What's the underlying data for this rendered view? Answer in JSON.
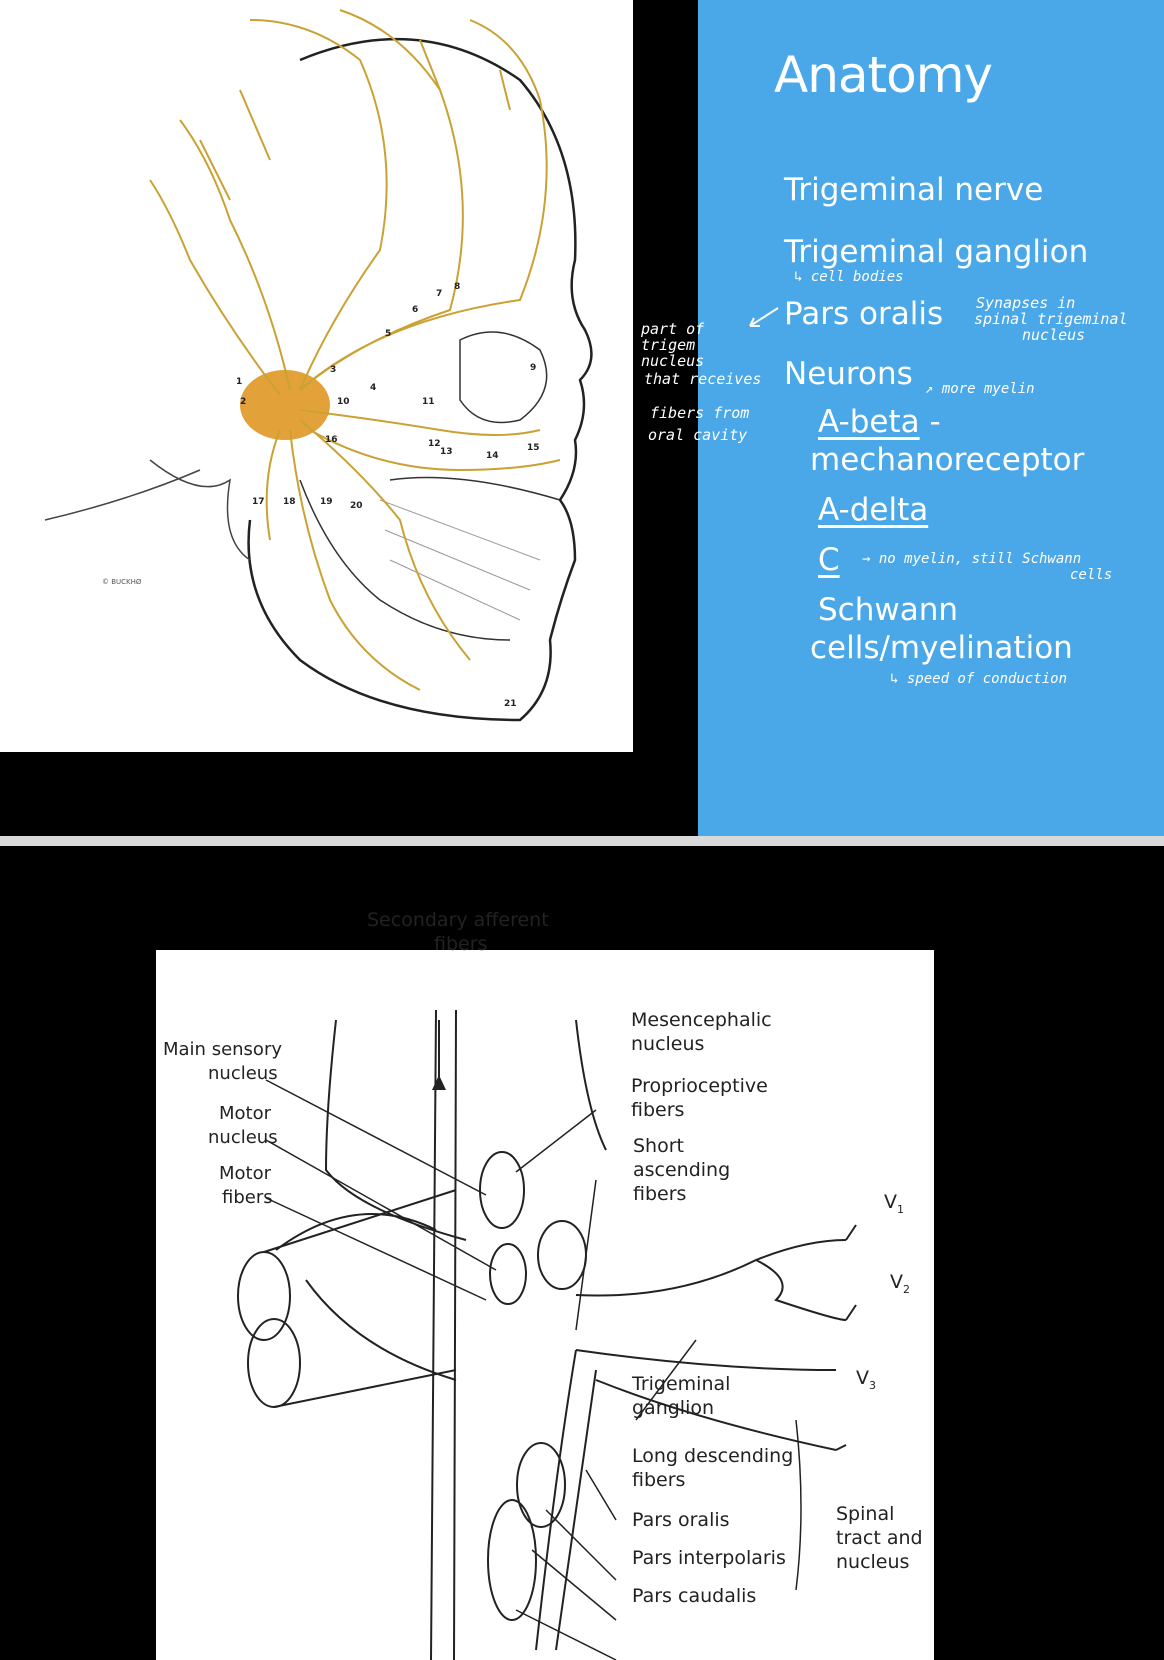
{
  "slide1": {
    "title": "Anatomy",
    "bullets": {
      "trigeminal_nerve": "Trigeminal nerve",
      "trigeminal_ganglion": "Trigeminal ganglion",
      "pars_oralis": "Pars oralis",
      "neurons": "Neurons",
      "a_beta": "A-beta",
      "a_beta_dash": " -",
      "mechanoreceptor": "mechanoreceptor",
      "a_delta": "A-delta",
      "c": "C",
      "schwann_1": "Schwann",
      "schwann_2": "cells/myelination"
    },
    "handwritten": {
      "cell_bodies": "↳ cell bodies",
      "synapses_1": "Synapses in",
      "synapses_2": "spinal trigeminal",
      "synapses_3": "nucleus",
      "part_of_1": "part of",
      "part_of_2": "trigem",
      "part_of_3": "nucleus",
      "part_of_4": "that receives",
      "part_of_5": "fibers from",
      "part_of_6": "oral cavity",
      "more_myelin": "↗ more myelin",
      "no_myelin_1": "→ no myelin, still Schwann",
      "no_myelin_2": "cells",
      "speed": "↳ speed of conduction"
    },
    "figure": {
      "numbers": [
        "1",
        "2",
        "3",
        "4",
        "5",
        "6",
        "7",
        "8",
        "9",
        "10",
        "11",
        "12",
        "13",
        "14",
        "15",
        "16",
        "17",
        "18",
        "19",
        "20",
        "21"
      ],
      "credit": "© BUCKHØ"
    }
  },
  "slide2": {
    "labels": {
      "secondary_afferent_1": "Secondary afferent",
      "secondary_afferent_2": "fibers",
      "main_sensory_1": "Main sensory",
      "main_sensory_2": "nucleus",
      "motor_nucleus_1": "Motor",
      "motor_nucleus_2": "nucleus",
      "motor_fibers_1": "Motor",
      "motor_fibers_2": "fibers",
      "mesencephalic_1": "Mesencephalic",
      "mesencephalic_2": "nucleus",
      "proprioceptive_1": "Proprioceptive",
      "proprioceptive_2": "fibers",
      "short_asc_1": "Short",
      "short_asc_2": "ascending",
      "short_asc_3": "fibers",
      "v1": "V",
      "v1_sub": "1",
      "v2": "V",
      "v2_sub": "2",
      "v3": "V",
      "v3_sub": "3",
      "trigeminal_ganglion_1": "Trigeminal",
      "trigeminal_ganglion_2": "ganglion",
      "long_desc_1": "Long descending",
      "long_desc_2": "fibers",
      "pars_oralis": "Pars oralis",
      "pars_interpolaris": "Pars interpolaris",
      "pars_caudalis": "Pars caudalis",
      "spinal_1": "Spinal",
      "spinal_2": "tract and",
      "spinal_3": "nucleus"
    }
  }
}
